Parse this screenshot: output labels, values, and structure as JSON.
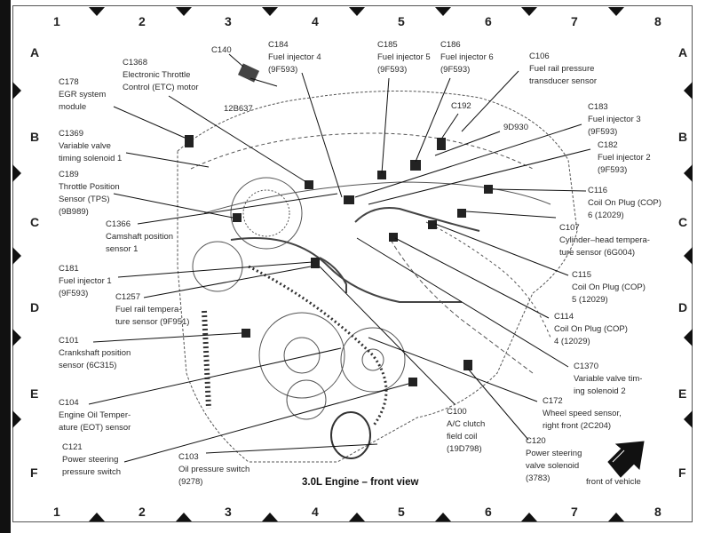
{
  "diagram": {
    "title": "3.0L Engine – front view",
    "orientation_label": "front of vehicle",
    "grid": {
      "columns": [
        "1",
        "2",
        "3",
        "4",
        "5",
        "6",
        "7",
        "8"
      ],
      "rows": [
        "A",
        "B",
        "C",
        "D",
        "E",
        "F"
      ]
    },
    "callouts": [
      {
        "id": "C140",
        "lines": [
          "C140"
        ]
      },
      {
        "id": "12B637",
        "lines": [
          "12B637"
        ]
      },
      {
        "id": "C1368",
        "lines": [
          "C1368",
          "Electronic Throttle",
          "Control (ETC) motor"
        ]
      },
      {
        "id": "C184",
        "lines": [
          "C184",
          "Fuel injector 4",
          "(9F593)"
        ]
      },
      {
        "id": "C185",
        "lines": [
          "C185",
          "Fuel injector 5",
          "(9F593)"
        ]
      },
      {
        "id": "C186",
        "lines": [
          "C186",
          "Fuel injector 6",
          "(9F593)"
        ]
      },
      {
        "id": "C106",
        "lines": [
          "C106",
          "Fuel rail pressure",
          "transducer sensor"
        ]
      },
      {
        "id": "C178",
        "lines": [
          "C178",
          "EGR system",
          "module"
        ]
      },
      {
        "id": "C192",
        "lines": [
          "C192"
        ]
      },
      {
        "id": "9D930",
        "lines": [
          "9D930"
        ]
      },
      {
        "id": "C183",
        "lines": [
          "C183",
          "Fuel injector 3",
          "(9F593)"
        ]
      },
      {
        "id": "C182",
        "lines": [
          "C182",
          "Fuel injector 2",
          "(9F593)"
        ]
      },
      {
        "id": "C1369",
        "lines": [
          "C1369",
          "Variable valve",
          "timing solenoid 1"
        ]
      },
      {
        "id": "C189",
        "lines": [
          "C189",
          "Throttle Position",
          "Sensor (TPS)",
          "(9B989)"
        ]
      },
      {
        "id": "C116",
        "lines": [
          "C116",
          "Coil On Plug (COP)",
          "6 (12029)"
        ]
      },
      {
        "id": "C1366",
        "lines": [
          "C1366",
          "Camshaft position",
          "sensor 1"
        ]
      },
      {
        "id": "C107",
        "lines": [
          "C107",
          "Cylinder–head tempera-",
          "ture sensor (6G004)"
        ]
      },
      {
        "id": "C181",
        "lines": [
          "C181",
          "Fuel injector 1",
          "(9F593)"
        ]
      },
      {
        "id": "C115",
        "lines": [
          "C115",
          "Coil On Plug (COP)",
          "5 (12029)"
        ]
      },
      {
        "id": "C1257",
        "lines": [
          "C1257",
          "Fuel rail tempera-",
          "ture sensor (9F951)"
        ]
      },
      {
        "id": "C114",
        "lines": [
          "C114",
          "Coil On Plug (COP)",
          "4 (12029)"
        ]
      },
      {
        "id": "C101",
        "lines": [
          "C101",
          "Crankshaft position",
          "sensor (6C315)"
        ]
      },
      {
        "id": "C1370",
        "lines": [
          "C1370",
          "Variable valve tim-",
          "ing solenoid 2"
        ]
      },
      {
        "id": "C104",
        "lines": [
          "C104",
          "Engine Oil Temper-",
          "ature (EOT) sensor"
        ]
      },
      {
        "id": "C172",
        "lines": [
          "C172",
          "Wheel speed sensor,",
          "right front (2C204)"
        ]
      },
      {
        "id": "C100",
        "lines": [
          "C100",
          "A/C clutch",
          "field coil",
          "(19D798)"
        ]
      },
      {
        "id": "C121",
        "lines": [
          "C121",
          "Power steering",
          "pressure switch"
        ]
      },
      {
        "id": "C103",
        "lines": [
          "C103",
          "Oil pressure switch",
          "(9278)"
        ]
      },
      {
        "id": "C120",
        "lines": [
          "C120",
          "Power steering",
          "valve solenoid",
          "(3783)"
        ]
      }
    ]
  }
}
